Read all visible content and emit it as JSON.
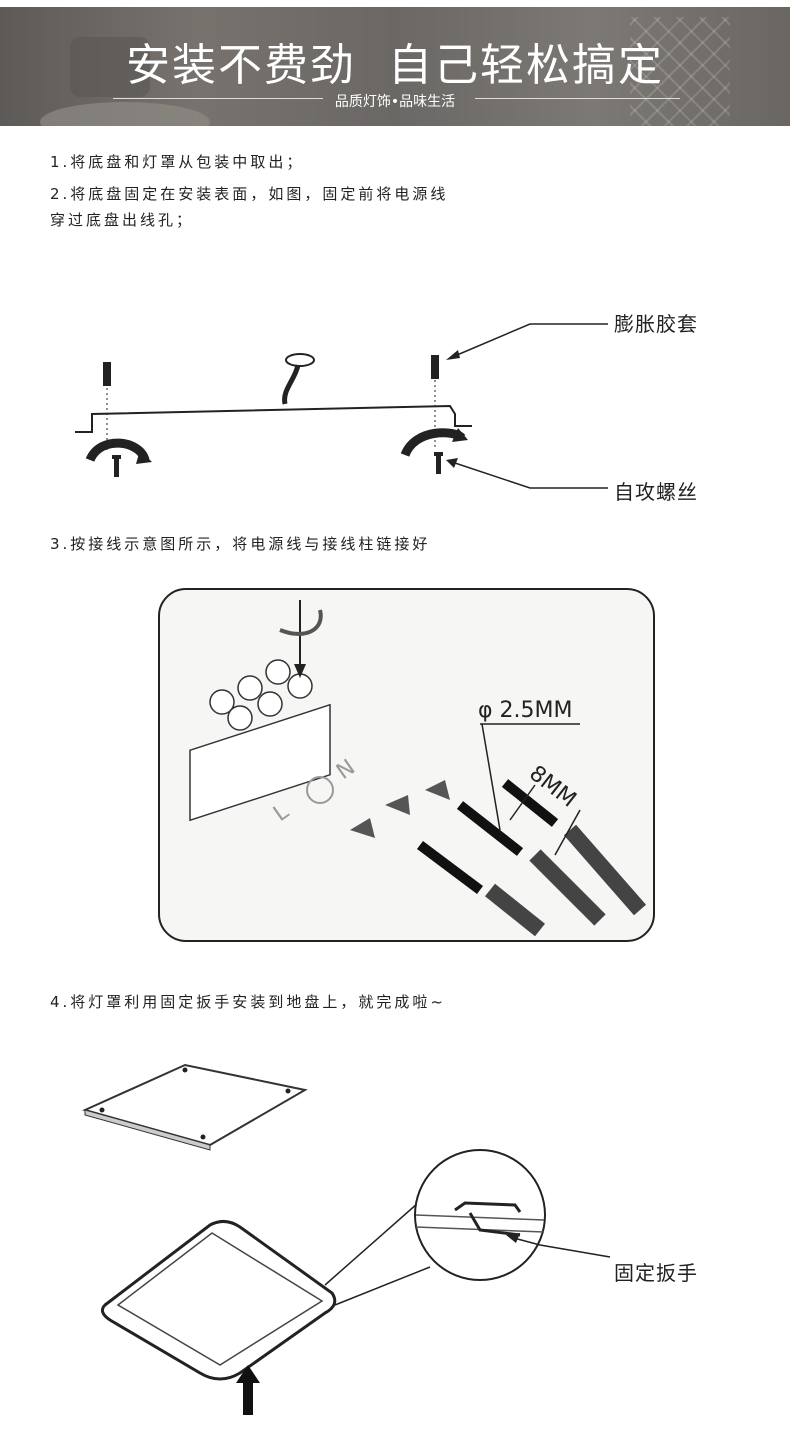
{
  "banner": {
    "title": "安装不费劲  自己轻松搞定",
    "subtitle": "品质灯饰•品味生活"
  },
  "steps": [
    {
      "text": "1.将底盘和灯罩从包装中取出；"
    },
    {
      "text": "2.将底盘固定在安装表面，如图，固定前将电源线",
      "text2": "穿过底盘出线孔；"
    },
    {
      "text": "3.按接线示意图所示，将电源线与接线柱链接好"
    },
    {
      "text": "4.将灯罩利用固定扳手安装到地盘上，就完成啦~"
    }
  ],
  "diagram1": {
    "label_anchor": "膨胀胶套",
    "label_screw": "自攻螺丝"
  },
  "diagram3": {
    "wire_diameter": "φ 2.5MM",
    "strip_length": "8MM",
    "terminal_L": "L",
    "terminal_N": "N"
  },
  "diagram4": {
    "label_wrench": "固定扳手"
  }
}
